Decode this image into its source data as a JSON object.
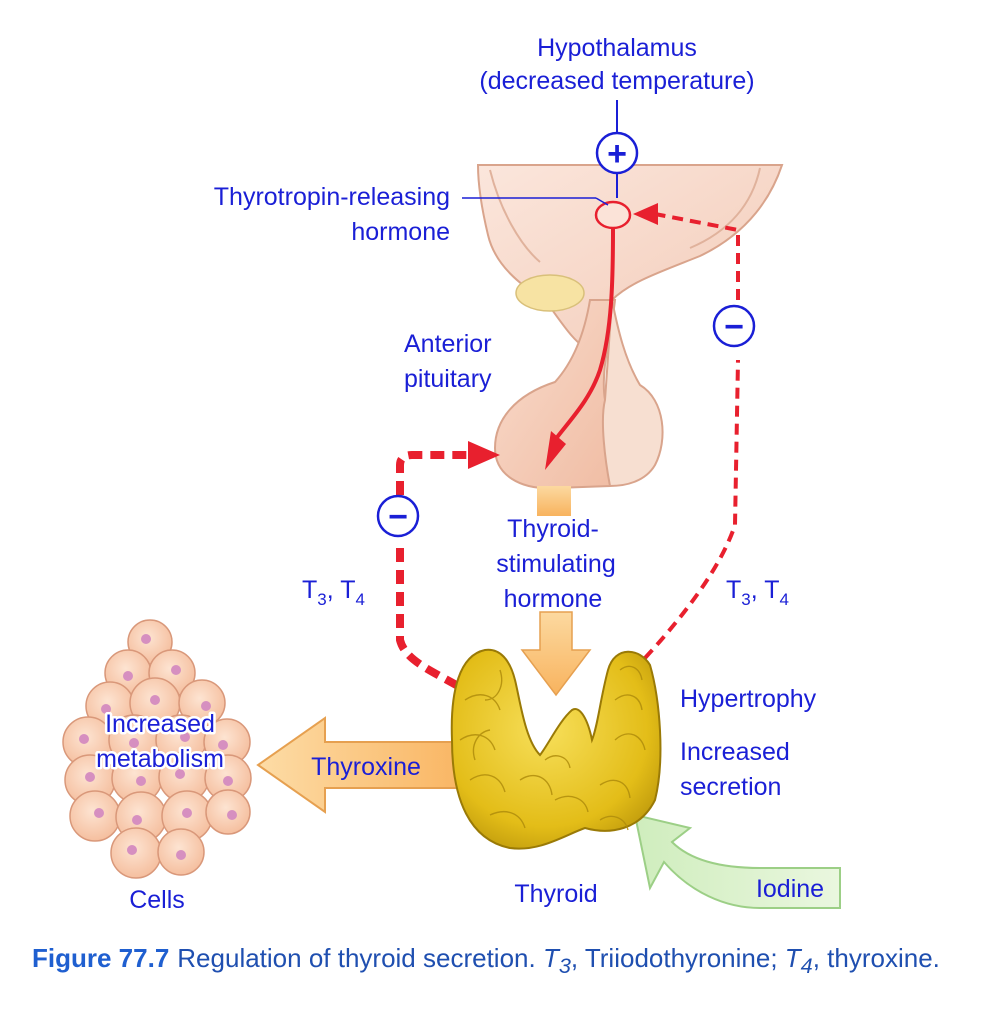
{
  "labels": {
    "hypothalamus_line1": "Hypothalamus",
    "hypothalamus_line2": "(decreased temperature)",
    "trh_line1": "Thyrotropin-releasing",
    "trh_line2": "hormone",
    "anterior_line1": "Anterior",
    "anterior_line2": "pituitary",
    "tsh_line1": "Thyroid-",
    "tsh_line2": "stimulating",
    "tsh_line3": "hormone",
    "t3t4_left_T": "T",
    "t3t4_left_3": "3",
    "t3t4_left_sep": ", T",
    "t3t4_left_4": "4",
    "t3t4_right_T": "T",
    "t3t4_right_3": "3",
    "t3t4_right_sep": ", T",
    "t3t4_right_4": "4",
    "hypertrophy": "Hypertrophy",
    "increased_secretion_line1": "Increased",
    "increased_secretion_line2": "secretion",
    "increased_metabolism_line1": "Increased",
    "increased_metabolism_line2": "metabolism",
    "cells": "Cells",
    "thyroxine": "Thyroxine",
    "thyroid": "Thyroid",
    "iodine": "Iodine",
    "plus_sign": "+",
    "minus_sign": "−"
  },
  "caption": {
    "figure_number": "Figure 77.7",
    "text_a": "Regulation of thyroid secretion. ",
    "t3_T": "T",
    "t3_sub": "3",
    "text_b": ", Triiodothyronine; ",
    "t4_T": "T",
    "t4_sub": "4",
    "text_c": ", thyroxine."
  },
  "colors": {
    "label_blue": "#1a1fd6",
    "feedback_red": "#e8202e",
    "brain_pink": "#f9ddd0",
    "thyroid_gold": "#e6c020",
    "arrow_orange": "#fbc97e",
    "iodine_green": "#d8f0c8",
    "cell_peach": "#fbd3ba"
  }
}
